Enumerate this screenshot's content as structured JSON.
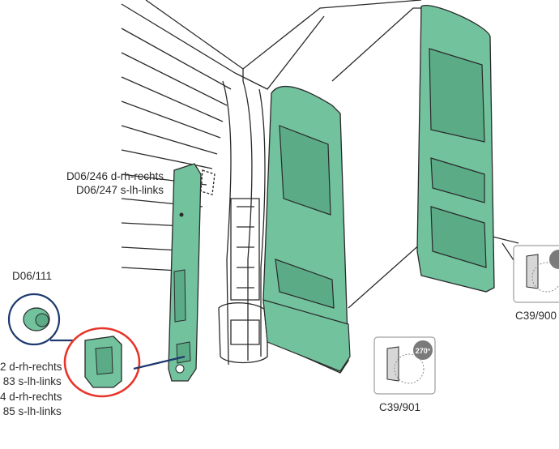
{
  "labels": {
    "hinge_part": [
      "D06/246 d-rh-rechts",
      "D06/247 s-lh-links"
    ],
    "cap_part": "D06/111",
    "stop_parts": [
      "2 d-rh-rechts",
      " 83 s-lh-links",
      "4 d-rh-rechts",
      " 85 s-lh-links"
    ],
    "hinge_270_bottom": "C39/901",
    "hinge_270_right": "C39/900"
  },
  "badges": {
    "angle": "270°"
  },
  "colors": {
    "panel_green": "#72c29e",
    "outline": "#2a2a2a",
    "highlight_red": "#e8352a",
    "callout_blue": "#1e3a6e"
  }
}
